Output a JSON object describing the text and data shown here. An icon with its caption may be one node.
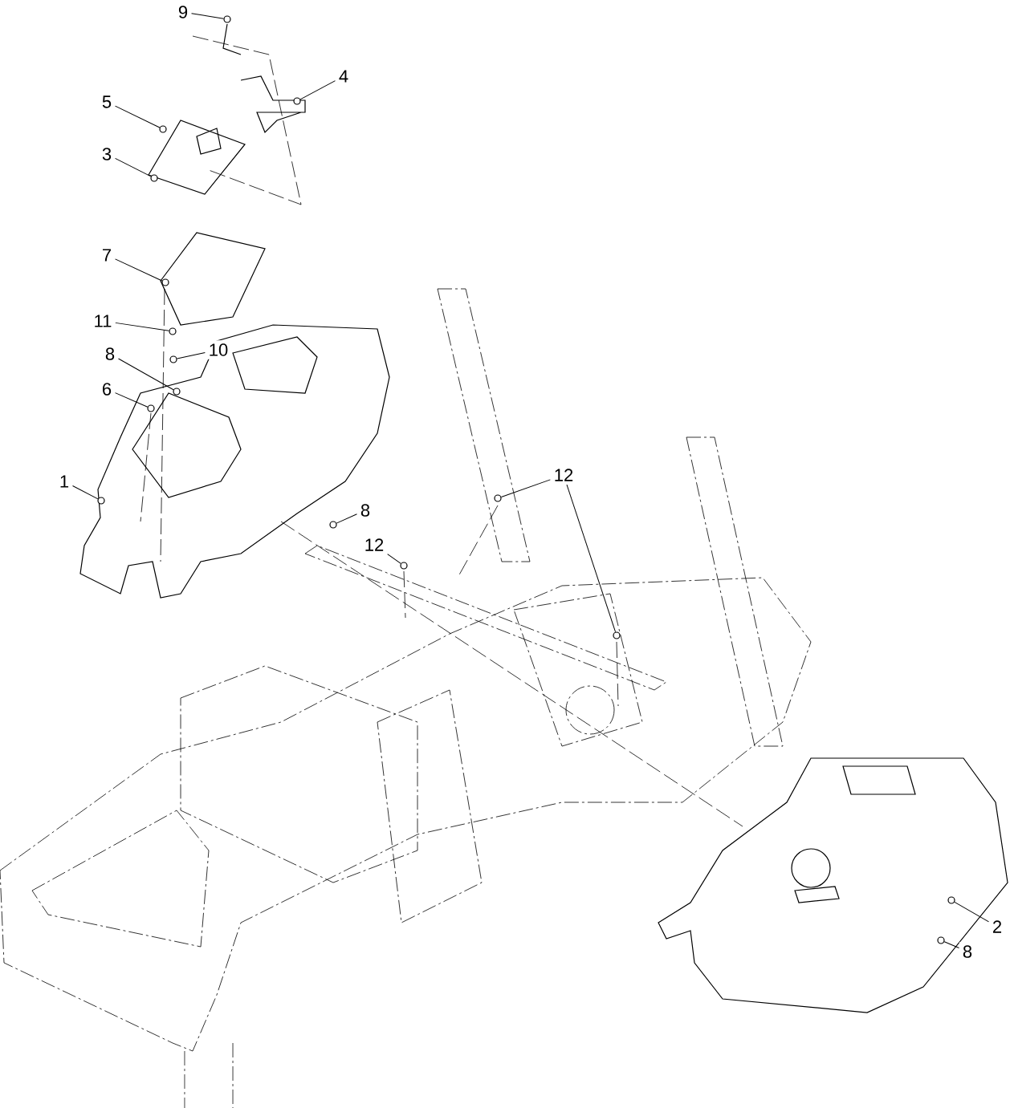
{
  "diagram": {
    "nodes": [
      {
        "text": [
          "9"
        ]
      },
      {
        "text": [],
        "shape": "circle"
      },
      {
        "text": [
          "4"
        ]
      },
      {
        "text": [],
        "shape": "circle"
      },
      {
        "text": [
          "5"
        ]
      },
      {
        "text": [],
        "shape": "circle"
      },
      {
        "text": [
          "3"
        ]
      },
      {
        "text": [],
        "shape": "circle"
      },
      {
        "text": [
          "7"
        ]
      },
      {
        "text": [],
        "shape": "circle"
      },
      {
        "text": [
          "11"
        ]
      },
      {
        "text": [],
        "shape": "circle"
      },
      {
        "text": [
          "10"
        ]
      },
      {
        "text": [],
        "shape": "circle"
      },
      {
        "text": [
          "8"
        ]
      },
      {
        "text": [],
        "shape": "circle"
      },
      {
        "text": [
          "6"
        ]
      },
      {
        "text": [],
        "shape": "circle"
      },
      {
        "text": [
          "1"
        ]
      },
      {
        "text": [],
        "shape": "circle"
      },
      {
        "text": [
          "8"
        ]
      },
      {
        "text": [],
        "shape": "circle"
      },
      {
        "text": [
          "12"
        ]
      },
      {
        "text": [],
        "shape": "circle"
      },
      {
        "text": [],
        "shape": "circle"
      },
      {
        "text": [
          "12"
        ]
      },
      {
        "text": [],
        "shape": "circle"
      },
      {
        "text": [
          "2"
        ]
      },
      {
        "text": [],
        "shape": "circle"
      },
      {
        "text": [
          "8"
        ]
      },
      {
        "text": [],
        "shape": "circle"
      }
    ],
    "edges": [
      {
        "from": 0,
        "to": 1,
        "arrow": "none"
      },
      {
        "from": 2,
        "to": 3,
        "arrow": "none"
      },
      {
        "from": 4,
        "to": 5,
        "arrow": "none"
      },
      {
        "from": 6,
        "to": 7,
        "arrow": "none"
      },
      {
        "from": 8,
        "to": 9,
        "arrow": "none"
      },
      {
        "from": 10,
        "to": 11,
        "arrow": "none"
      },
      {
        "from": 12,
        "to": 13,
        "arrow": "none"
      },
      {
        "from": 14,
        "to": 15,
        "arrow": "none"
      },
      {
        "from": 16,
        "to": 17,
        "arrow": "none"
      },
      {
        "from": 18,
        "to": 19,
        "arrow": "none"
      },
      {
        "from": 20,
        "to": 21,
        "arrow": "none"
      },
      {
        "from": 22,
        "to": 23,
        "arrow": "none"
      },
      {
        "from": 22,
        "to": 24,
        "arrow": "none"
      },
      {
        "from": 25,
        "to": 26,
        "arrow": "none"
      },
      {
        "from": 27,
        "to": 28,
        "arrow": "none"
      },
      {
        "from": 29,
        "to": 30,
        "arrow": "none"
      }
    ]
  }
}
